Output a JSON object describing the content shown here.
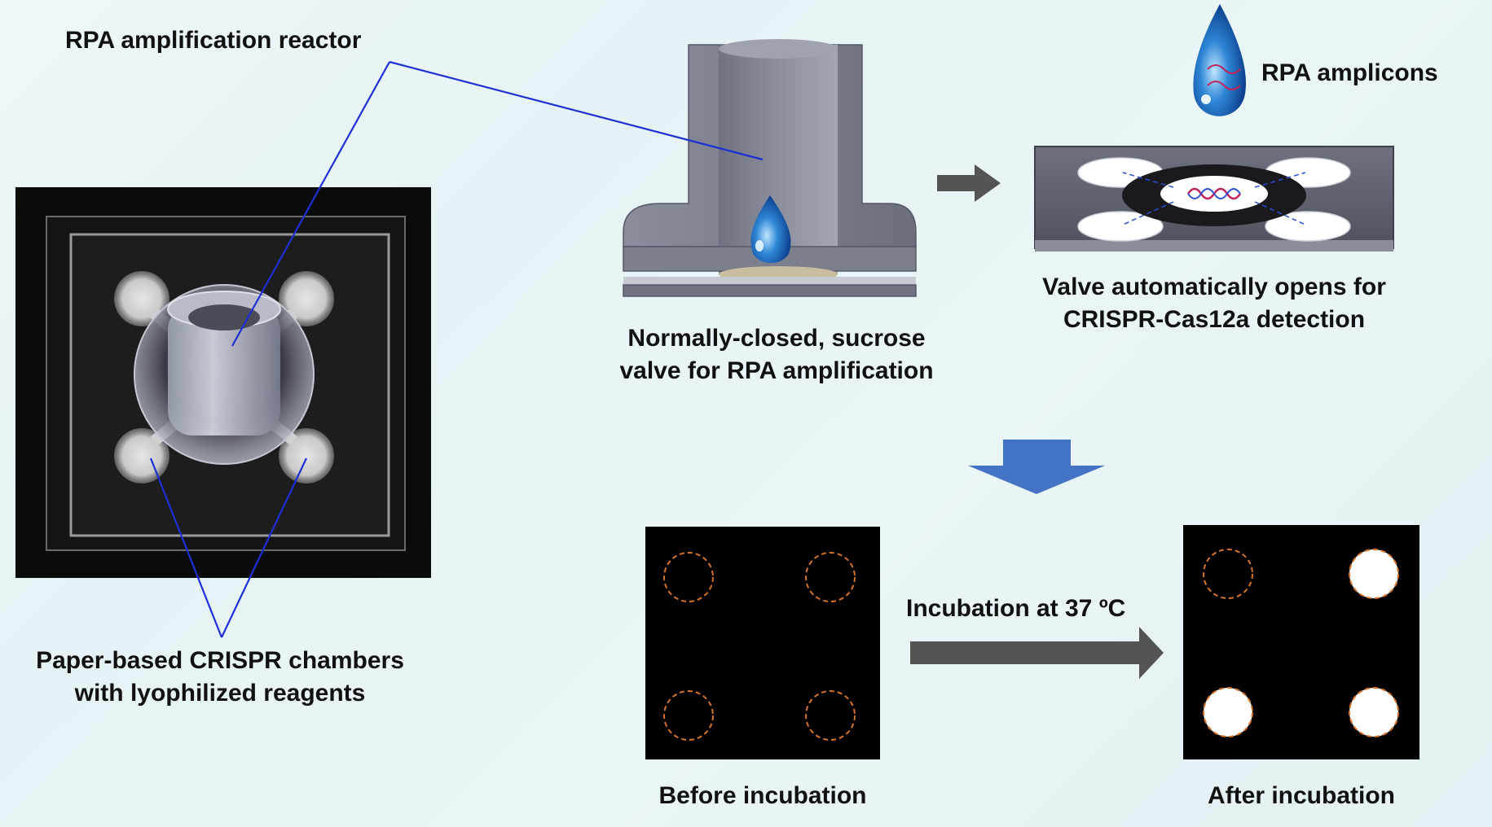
{
  "labels": {
    "rpa_reactor": "RPA amplification reactor",
    "rpa_amplicons": "RPA amplicons",
    "valve_line1": "Normally-closed, sucrose",
    "valve_line2": "valve for RPA amplification",
    "opens_line1": "Valve automatically opens for",
    "opens_line2": "CRISPR-Cas12a detection",
    "chambers_line1": "Paper-based CRISPR chambers",
    "chambers_line2": "with lyophilized reagents",
    "incubation": "Incubation at 37 ºC",
    "before": "Before incubation",
    "after": "After incubation"
  },
  "colors": {
    "background": "#e8f4f6",
    "pointer_line": "#1f2fd6",
    "arrow_gray": "#545454",
    "arrow_blue": "#4472c4",
    "device_gray": "#7c7f8c",
    "chamber_outline": "#d8732a",
    "text": "#111111"
  },
  "results": {
    "before": {
      "positive_chambers": [
        false,
        false,
        false,
        false
      ]
    },
    "after": {
      "positive_chambers": [
        false,
        true,
        true,
        true
      ]
    }
  }
}
